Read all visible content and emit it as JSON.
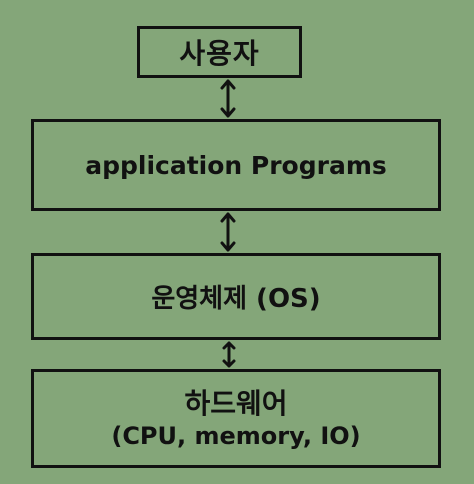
{
  "diagram": {
    "layers": [
      {
        "id": "user",
        "label": "사용자"
      },
      {
        "id": "application",
        "label": "application Programs"
      },
      {
        "id": "os",
        "label": "운영체제 (OS)"
      },
      {
        "id": "hardware",
        "label": "하드웨어",
        "sublabel": "(CPU, memory, IO)"
      }
    ],
    "connectors": [
      {
        "from": "user",
        "to": "application",
        "type": "bidirectional-arrow"
      },
      {
        "from": "application",
        "to": "os",
        "type": "bidirectional-arrow"
      },
      {
        "from": "os",
        "to": "hardware",
        "type": "bidirectional-arrow"
      }
    ]
  },
  "colors": {
    "background": "#84a679",
    "stroke": "#111111",
    "text": "#111111"
  }
}
